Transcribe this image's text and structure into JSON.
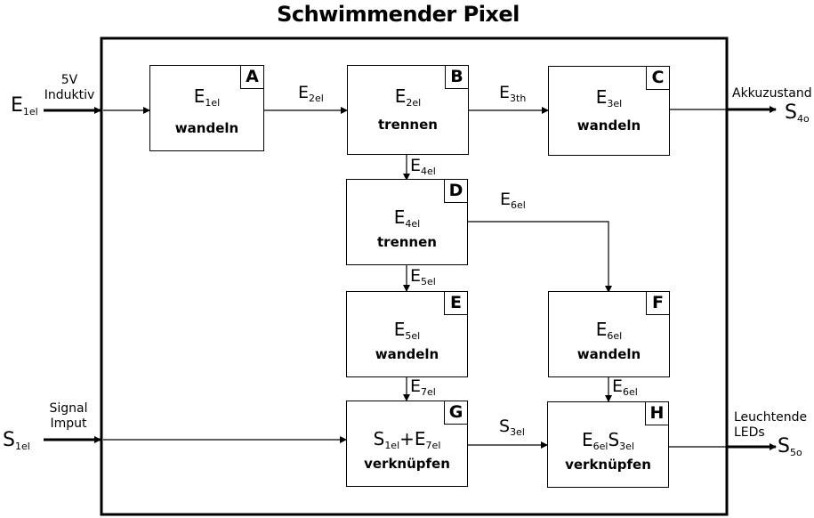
{
  "title": "Schwimmender Pixel",
  "inputs": {
    "energy": {
      "symbol": "E",
      "sub": "1el",
      "label_line1": "5V",
      "label_line2": "Induktiv"
    },
    "signal": {
      "symbol": "S",
      "sub": "1el",
      "label_line1": "Signal",
      "label_line2": "Imput"
    }
  },
  "outputs": {
    "battery": {
      "symbol": "S",
      "sub": "4o",
      "label": "Akkuzustand"
    },
    "leds": {
      "symbol": "S",
      "sub": "5o",
      "label_line1": "Leuchtende",
      "label_line2": "LEDs"
    }
  },
  "blocks": {
    "A": {
      "tag": "A",
      "symbol": "E",
      "sub": "1el",
      "verb": "wandeln"
    },
    "B": {
      "tag": "B",
      "symbol": "E",
      "sub": "2el",
      "verb": "trennen"
    },
    "C": {
      "tag": "C",
      "symbol": "E",
      "sub": "3el",
      "verb": "wandeln"
    },
    "D": {
      "tag": "D",
      "symbol": "E",
      "sub": "4el",
      "verb": "trennen"
    },
    "E": {
      "tag": "E",
      "symbol": "E",
      "sub": "5el",
      "verb": "wandeln"
    },
    "F": {
      "tag": "F",
      "symbol": "E",
      "sub": "6el",
      "verb": "wandeln"
    },
    "G": {
      "tag": "G",
      "symbol1": "S",
      "sub1": "1el",
      "op": "+",
      "symbol2": "E",
      "sub2": "7el",
      "verb": "verknüpfen"
    },
    "H": {
      "tag": "H",
      "symbol1": "E",
      "sub1": "6el",
      "symbol2": "S",
      "sub2": "3el",
      "verb": "verknüpfen"
    }
  },
  "flows": {
    "A_B": {
      "symbol": "E",
      "sub": "2el"
    },
    "B_C": {
      "symbol": "E",
      "sub": "3th"
    },
    "B_D": {
      "symbol": "E",
      "sub": "4el"
    },
    "D_F": {
      "symbol": "E",
      "sub": "6el"
    },
    "D_E": {
      "symbol": "E",
      "sub": "5el"
    },
    "E_G": {
      "symbol": "E",
      "sub": "7el"
    },
    "F_H": {
      "symbol": "E",
      "sub": "6el"
    },
    "G_H": {
      "symbol": "S",
      "sub": "3el"
    }
  }
}
